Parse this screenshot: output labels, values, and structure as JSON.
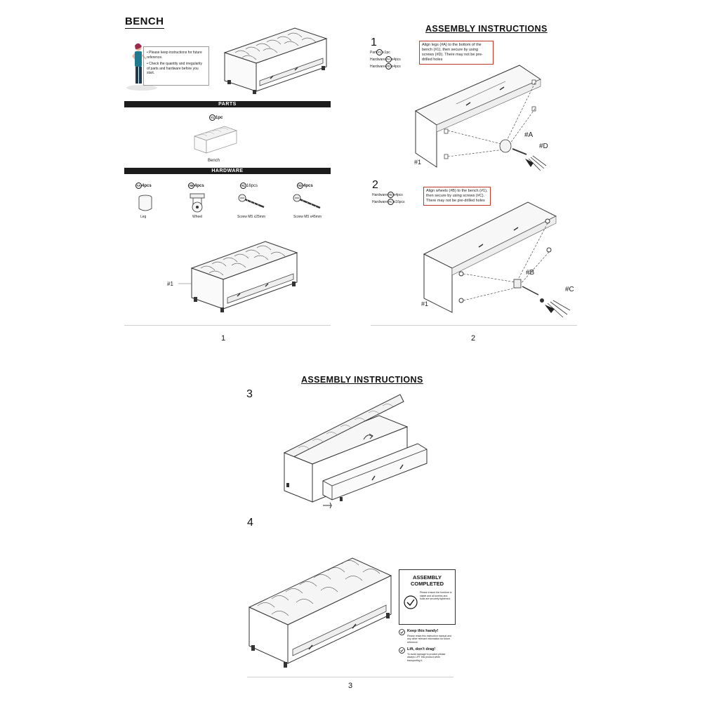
{
  "page1": {
    "title": "BENCH",
    "notes": [
      "• Please keep instructions for future reference.",
      "• Check the quantity and irregularity of parts and hardware before you start."
    ],
    "parts_bar": "PARTS",
    "part": {
      "code": "#1",
      "qty": "1pc",
      "label": "Bench"
    },
    "hardware_bar": "HARDWARE",
    "hardware": [
      {
        "code": "#A",
        "qty": "4pcs",
        "label": "Leg",
        "icon": "leg-icon"
      },
      {
        "code": "#B",
        "qty": "4pcs",
        "label": "Wheel",
        "icon": "wheel-icon"
      },
      {
        "code": "#C",
        "qty": "16pcs",
        "label": "Screw M5 x25mm",
        "icon": "long-screw-icon"
      },
      {
        "code": "#D",
        "qty": "4pcs",
        "label": "Screw M5 x45mm",
        "icon": "screw-icon"
      }
    ],
    "callout": "#1",
    "page_number": "1"
  },
  "page2": {
    "header": "ASSEMBLY INSTRUCTIONS",
    "step1": {
      "number": "1",
      "items": [
        {
          "prefix": "Part",
          "code": "#1",
          "qty": "x1pc"
        },
        {
          "prefix": "Hardware",
          "code": "#A",
          "qty": "x4pcs"
        },
        {
          "prefix": "Hardware",
          "code": "#D",
          "qty": "x4pcs"
        }
      ],
      "note": "Align legs (#A) to the bottom of the bench (#1), then secure by using screws (#D). There may not be pre-drilled holes",
      "labels": [
        "#A",
        "#D",
        "#1"
      ]
    },
    "step2": {
      "number": "2",
      "items": [
        {
          "prefix": "Hardware",
          "code": "#B",
          "qty": "x4pcs"
        },
        {
          "prefix": "Hardware",
          "code": "#C",
          "qty": "x16pcs"
        }
      ],
      "note": "Align wheels (#B) to the bench (#1), then secure by using screws (#C). There may not be pre-drilled holes",
      "labels": [
        "#B",
        "#C",
        "#1"
      ]
    },
    "page_number": "2"
  },
  "page3": {
    "header": "ASSEMBLY INSTRUCTIONS",
    "step3_number": "3",
    "step4_number": "4",
    "completed": {
      "title": "ASSEMBLY COMPLETED",
      "text": "Please ensure the furniture is stable and all screws and bolts are securely tightened.",
      "tip1_title": "Keep this handy!",
      "tip1_text": "Please retain this instruction manual and any other relevant information for future reference.",
      "tip2_title": "Lift, don't drag!",
      "tip2_text": "To avoid damage to product please always LIFT this product when transporting it."
    },
    "page_number": "3"
  }
}
